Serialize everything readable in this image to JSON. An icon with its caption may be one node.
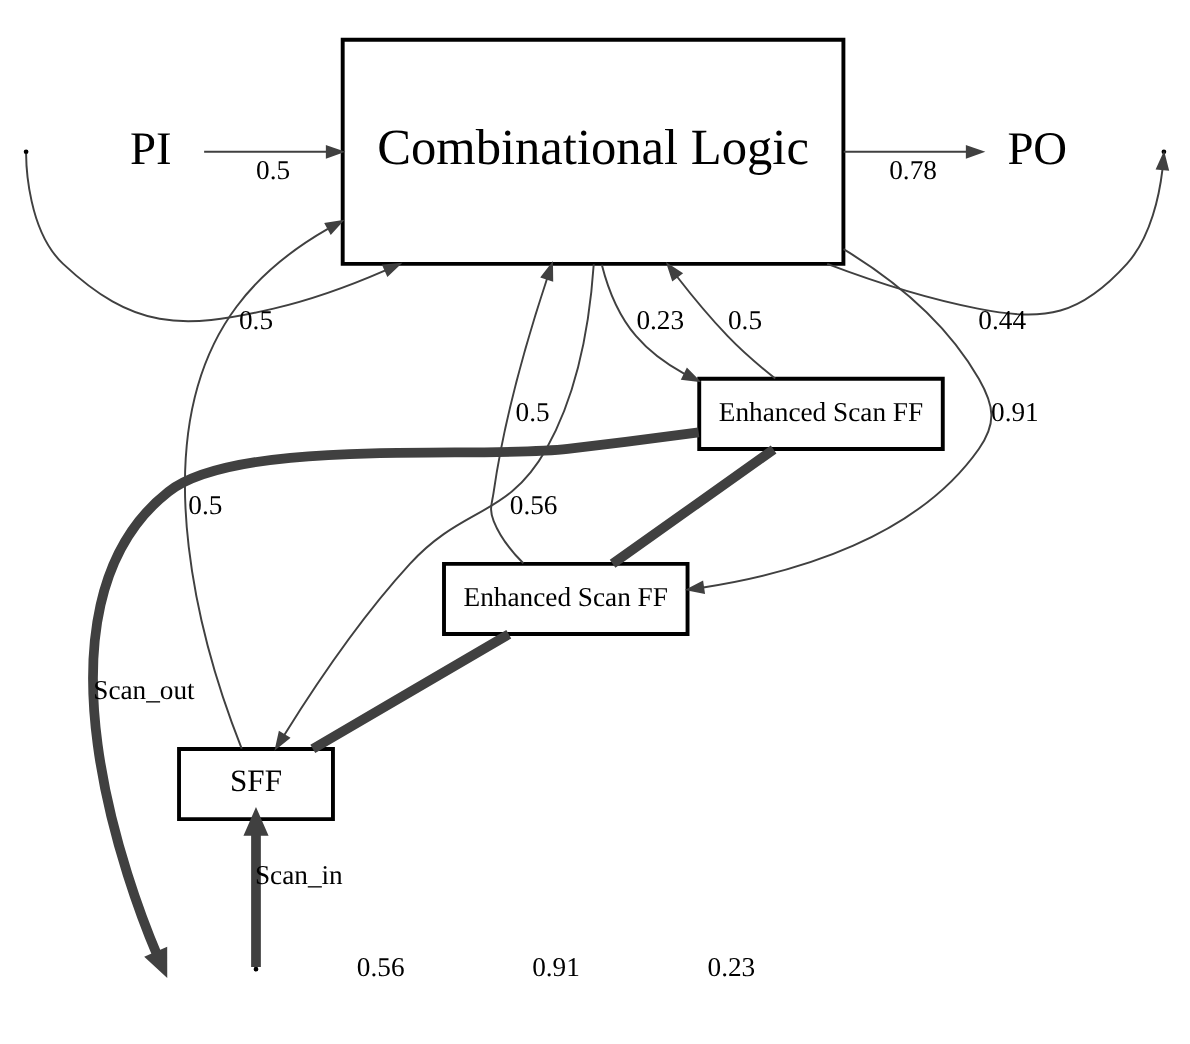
{
  "diagram": {
    "nodes": [
      {
        "text": [
          "Combinational Logic"
        ]
      },
      {
        "text": [
          "PI"
        ]
      },
      {
        "text": [
          "PO"
        ]
      },
      {
        "text": [
          "Enhanced Scan FF"
        ]
      },
      {
        "text": [
          "Enhanced Scan FF"
        ]
      },
      {
        "text": [
          "SFF"
        ]
      }
    ],
    "edges": [
      {
        "from": null,
        "to": 0,
        "arrow": "to",
        "label": "0.5"
      },
      {
        "from": 1,
        "to": 0,
        "arrow": "to",
        "label": "0.5"
      },
      {
        "from": 5,
        "to": 0,
        "arrow": "to",
        "label": "0.5"
      },
      {
        "from": 4,
        "to": 0,
        "arrow": "to",
        "label": "0.5"
      },
      {
        "from": 3,
        "to": 0,
        "arrow": "to",
        "label": "0.5"
      },
      {
        "from": 0,
        "to": null,
        "arrow": "to",
        "label": "0.44"
      },
      {
        "from": 0,
        "to": 2,
        "arrow": "to",
        "label": "0.78"
      },
      {
        "from": 0,
        "to": 5,
        "arrow": "to",
        "label": "0.56"
      },
      {
        "from": 0,
        "to": 4,
        "arrow": "to",
        "label": "0.91"
      },
      {
        "from": 0,
        "to": 3,
        "arrow": "to",
        "label": "0.23"
      },
      {
        "from": null,
        "to": 5,
        "arrow": "to",
        "label": "Scan_in",
        "style": "thick"
      },
      {
        "from": 5,
        "to": 4,
        "arrow": "none",
        "style": "thick"
      },
      {
        "from": 4,
        "to": 3,
        "arrow": "none",
        "style": "thick"
      },
      {
        "from": 3,
        "to": null,
        "arrow": "to",
        "label": "Scan_out",
        "style": "thick"
      }
    ],
    "labels": [
      "0.56",
      "0.91",
      "0.23"
    ]
  }
}
